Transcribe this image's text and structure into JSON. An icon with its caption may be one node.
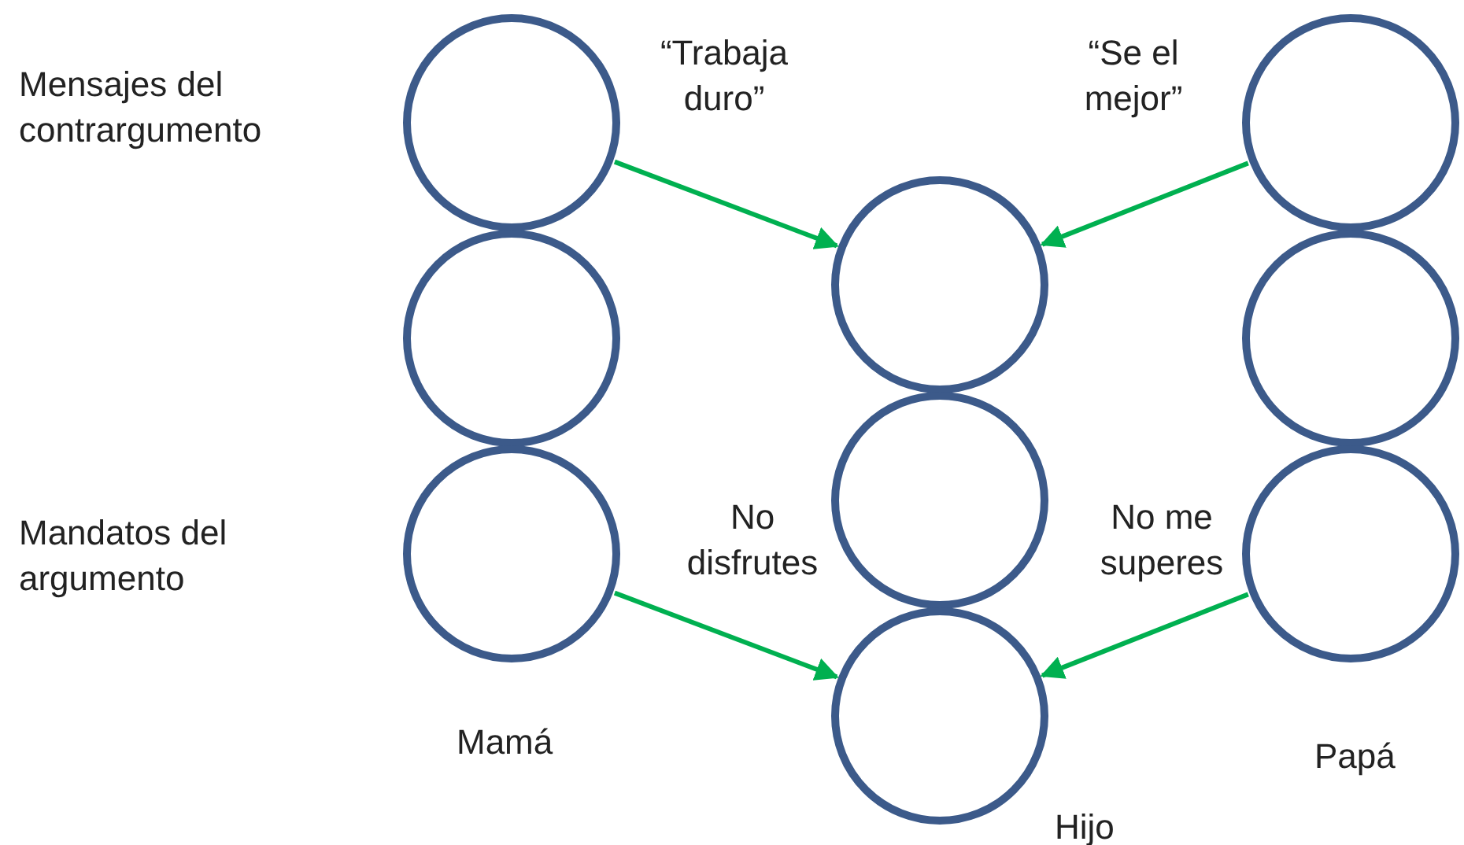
{
  "diagram": {
    "nodes": [
      {
        "text": [],
        "shape": "circle"
      },
      {
        "text": [],
        "shape": "circle"
      },
      {
        "text": [],
        "shape": "circle",
        "beside": [
          "Mamá"
        ]
      },
      {
        "text": [],
        "shape": "circle"
      },
      {
        "text": [],
        "shape": "circle"
      },
      {
        "text": [],
        "shape": "circle",
        "beside": [
          "Hijo"
        ]
      },
      {
        "text": [],
        "shape": "circle"
      },
      {
        "text": [],
        "shape": "circle"
      },
      {
        "text": [],
        "shape": "circle",
        "beside": [
          "Papá"
        ]
      }
    ],
    "edges": [
      {
        "from": 0,
        "to": 3,
        "arrow": "to",
        "label": "“Trabaja duro”"
      },
      {
        "from": 6,
        "to": 3,
        "arrow": "to",
        "label": "“Se el mejor”"
      },
      {
        "from": 2,
        "to": 5,
        "arrow": "to",
        "label": "No disfrutes"
      },
      {
        "from": 8,
        "to": 5,
        "arrow": "to",
        "label": "No me superes"
      }
    ],
    "labels": [
      "Mensajes del contrargumento",
      "Mandatos del argumento"
    ]
  }
}
